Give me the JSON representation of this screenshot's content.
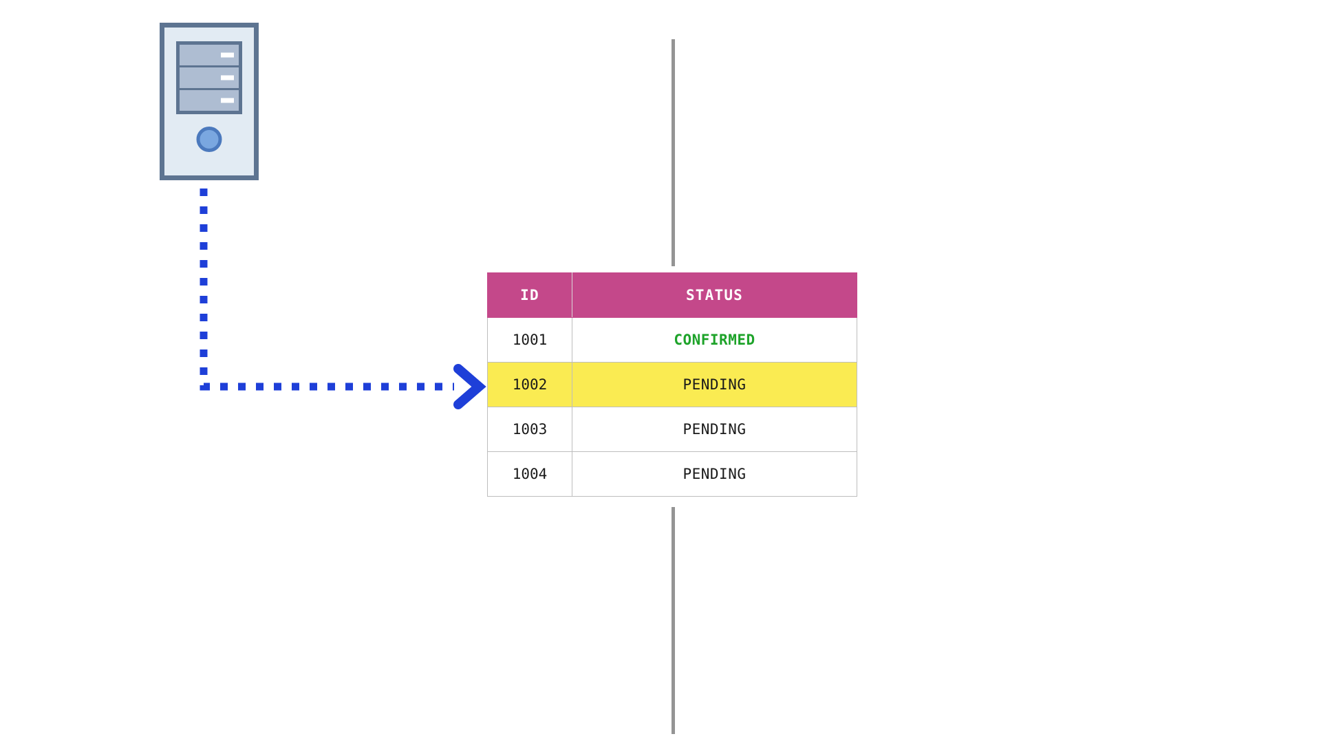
{
  "colors": {
    "header_bg": "#c4488a",
    "header_text": "#ffffff",
    "highlight_row_bg": "#faeb52",
    "confirmed_text": "#1ea32a",
    "pending_text": "#1a1a1a",
    "arrow": "#1e3fd8",
    "lifeline": "#949494",
    "server_body": "#e2ebf3",
    "server_border": "#5d7491",
    "server_bay": "#aebdd2",
    "server_power": "#7aa7e0"
  },
  "server": {
    "name": "server-icon",
    "bays": [
      {
        "label": "drive-bay-1"
      },
      {
        "label": "drive-bay-2"
      },
      {
        "label": "drive-bay-3"
      }
    ],
    "power_button": "power-button"
  },
  "flow": {
    "arrow_name": "dotted-flow-arrow",
    "direction": "server-to-row-1002",
    "style": "dotted",
    "color": "#1e3fd8"
  },
  "lifelines": [
    {
      "name": "lifeline-top"
    },
    {
      "name": "lifeline-bottom"
    }
  ],
  "table": {
    "columns": [
      {
        "key": "id",
        "label": "ID"
      },
      {
        "key": "status",
        "label": "STATUS"
      }
    ],
    "rows": [
      {
        "id": "1001",
        "status": "CONFIRMED",
        "status_style": "confirmed",
        "highlighted": false
      },
      {
        "id": "1002",
        "status": "PENDING",
        "status_style": "pending",
        "highlighted": true
      },
      {
        "id": "1003",
        "status": "PENDING",
        "status_style": "pending",
        "highlighted": false
      },
      {
        "id": "1004",
        "status": "PENDING",
        "status_style": "pending",
        "highlighted": false
      }
    ]
  }
}
